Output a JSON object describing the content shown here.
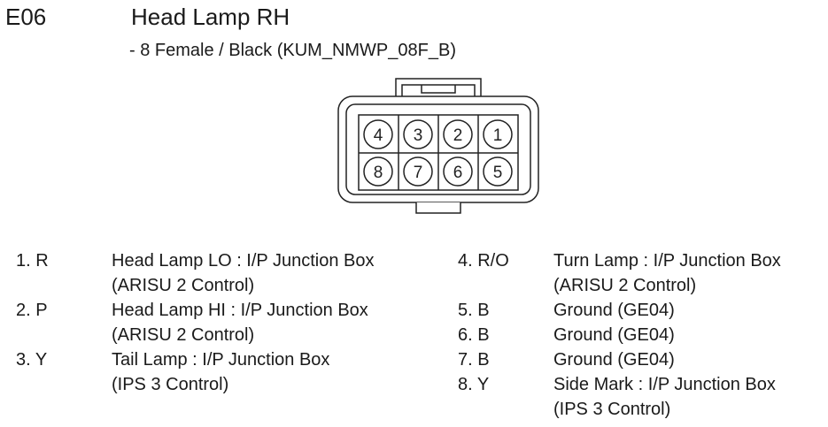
{
  "header": {
    "code": "E06",
    "title": "Head Lamp RH",
    "subtitle": "- 8 Female / Black (KUM_NMWP_08F_B)"
  },
  "connector": {
    "top_row": [
      "4",
      "3",
      "2",
      "1"
    ],
    "bottom_row": [
      "8",
      "7",
      "6",
      "5"
    ]
  },
  "pins": {
    "left": [
      {
        "num": "1. R",
        "line1": "Head Lamp LO : I/P Junction Box",
        "line2": "(ARISU 2 Control)"
      },
      {
        "num": "2. P",
        "line1": "Head Lamp HI : I/P Junction Box",
        "line2": "(ARISU 2 Control)"
      },
      {
        "num": "3. Y",
        "line1": "Tail Lamp : I/P Junction Box",
        "line2": "(IPS 3 Control)"
      }
    ],
    "right": [
      {
        "num": "4. R/O",
        "line1": "Turn Lamp : I/P Junction Box",
        "line2": "(ARISU 2 Control)"
      },
      {
        "num": "5. B",
        "line1": "Ground (GE04)",
        "line2": ""
      },
      {
        "num": "6. B",
        "line1": "Ground (GE04)",
        "line2": ""
      },
      {
        "num": "7. B",
        "line1": "Ground (GE04)",
        "line2": ""
      },
      {
        "num": "8. Y",
        "line1": "Side Mark : I/P Junction Box",
        "line2": "(IPS 3 Control)"
      }
    ]
  }
}
